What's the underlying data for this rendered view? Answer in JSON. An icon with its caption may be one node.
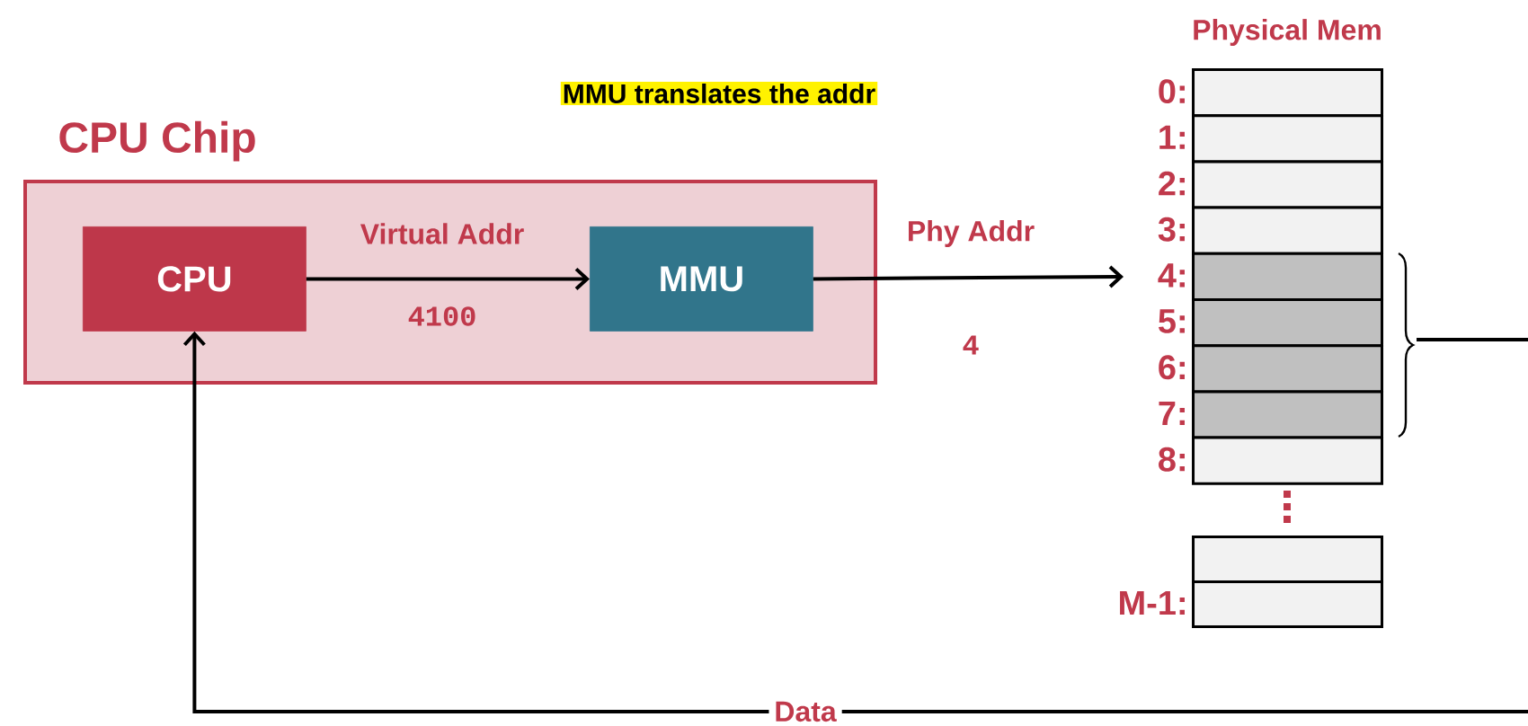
{
  "diagram": {
    "nodes": [
      {
        "text": [
          "CPU Chip"
        ]
      },
      {
        "text": [
          "CPU"
        ],
        "in": 0
      },
      {
        "text": [
          "MMU"
        ],
        "in": 0
      },
      {
        "text": [],
        "shape": "box",
        "beside": [
          "0:"
        ]
      },
      {
        "text": [],
        "shape": "box",
        "beside": [
          "1:"
        ]
      },
      {
        "text": [],
        "shape": "box",
        "beside": [
          "2:"
        ]
      },
      {
        "text": [],
        "shape": "box",
        "beside": [
          "3:"
        ]
      },
      {
        "text": [],
        "shape": "box",
        "beside": [
          "4:"
        ]
      },
      {
        "text": [],
        "shape": "box",
        "beside": [
          "5:"
        ]
      },
      {
        "text": [],
        "shape": "box",
        "beside": [
          "6:"
        ]
      },
      {
        "text": [],
        "shape": "box",
        "beside": [
          "7:"
        ]
      },
      {
        "text": [],
        "shape": "box",
        "beside": [
          "8:"
        ]
      },
      {
        "text": [],
        "shape": "box"
      },
      {
        "text": [],
        "shape": "box",
        "beside": [
          "M-1:"
        ]
      }
    ],
    "edges": [
      {
        "from": 1,
        "to": 2,
        "arrow": "to",
        "label": "Virtual Addr"
      },
      {
        "from": 2,
        "to": 7,
        "arrow": "to",
        "label": "Phy Addr"
      },
      {
        "from": null,
        "to": 1,
        "arrow": "to",
        "label": "Data"
      }
    ],
    "labels": [
      "Physical Mem",
      "MMU translates the addr",
      "4100",
      "4"
    ]
  }
}
